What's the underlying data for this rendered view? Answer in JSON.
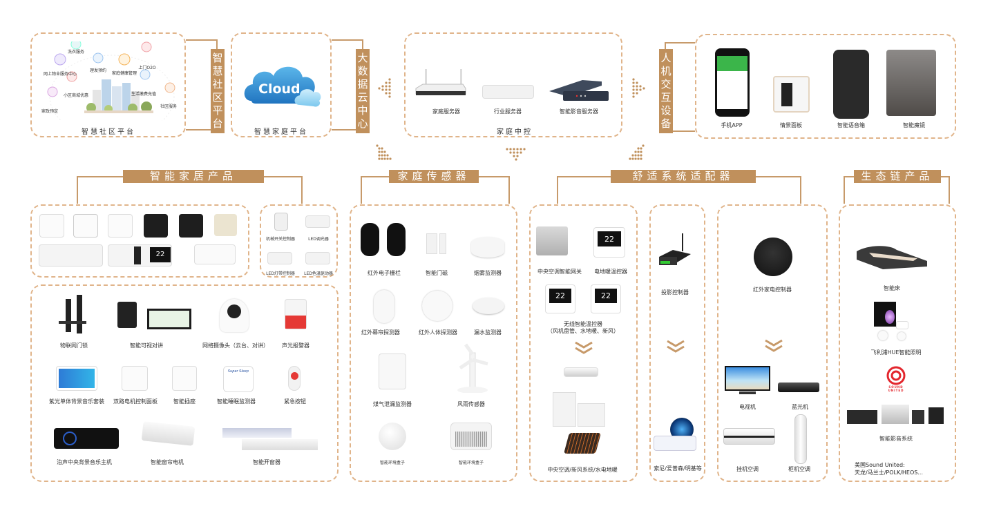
{
  "colors": {
    "accent": "#c0905c",
    "dashed_border": "#e0b48a",
    "text": "#333333"
  },
  "top_row": {
    "community": {
      "caption": "智慧社区平台",
      "tag": [
        "智",
        "慧",
        "社",
        "区",
        "平",
        "台"
      ],
      "services": [
        "洗衣服务",
        "网上物业服务中心",
        "理发预约",
        "家庭健康管理",
        "上门O2O",
        "小区商城优惠",
        "生活缴费充值",
        "家政预定",
        "社区服务"
      ]
    },
    "cloud": {
      "logo_text": "Cloud",
      "caption": "智慧家庭平台",
      "tag": [
        "大",
        "数",
        "据",
        "云",
        "中",
        "心"
      ]
    },
    "home_control": {
      "caption": "家庭中控",
      "items": [
        "家庭服务器",
        "行业服务器",
        "智能影音服务器"
      ]
    },
    "hmi": {
      "tag": [
        "人",
        "机",
        "交",
        "互",
        "设",
        "备"
      ],
      "items": [
        "手机APP",
        "情景面板",
        "智能语音箱",
        "智能魔镜"
      ]
    }
  },
  "sections": {
    "smart_home": {
      "title": "智能家居产品",
      "panel_display": "22",
      "led_items": [
        "机械开关控制器",
        "LED调光器",
        "LED灯带控制器",
        "LED色温驱动器"
      ],
      "devices_row1": [
        "物联网门锁",
        "智能可视对讲",
        "网络摄像头（云台、对讲）",
        "声光报警器"
      ],
      "devices_row2": [
        "紫光单体背景音乐套装",
        "双路电机控制面板",
        "智能插座",
        "智能睡眠监测器",
        "紧急按钮"
      ],
      "devices_row3": [
        "泊声中央背景音乐主机",
        "智能窗帘电机",
        "智能开窗器"
      ],
      "sleep_brand": "Super Sleep"
    },
    "sensors": {
      "title": "家庭传感器",
      "items": [
        "红外电子栅栏",
        "智能门磁",
        "烟雾监测器",
        "红外幕帘探测器",
        "红外人体探测器",
        "漏水监测器",
        "煤气泄漏监测器",
        "风雨传感器",
        "智能环境盒子",
        "智能环境盒子"
      ]
    },
    "comfort": {
      "title": "舒适系统适配器",
      "col1": {
        "items": [
          "中央空调智能网关",
          "电地暖温控器"
        ],
        "thermostat_display": "22",
        "wireless_label_line1": "无线智能温控器",
        "wireless_label_line2": "（风机盘管、水地暖、新风）",
        "bottom_label": "中央空调/新风系统/水电地暖"
      },
      "col2": {
        "item": "投影控制器",
        "bottom_label": "索尼/爱普森/明基等"
      },
      "col3": {
        "item": "红外家电控制器",
        "appliances": [
          "电视机",
          "蓝光机",
          "挂机空调",
          "柜机空调"
        ]
      }
    },
    "ecosystem": {
      "title": "生态链产品",
      "items": [
        "智能床",
        "飞利浦HUE智能照明",
        "智能影音系统"
      ],
      "brand_logo_line1": "SOUND",
      "brand_logo_line2": "UNITED",
      "note_line1": "美国Sound United:",
      "note_line2": "天龙/马兰士/POLK/HEOS..."
    }
  }
}
